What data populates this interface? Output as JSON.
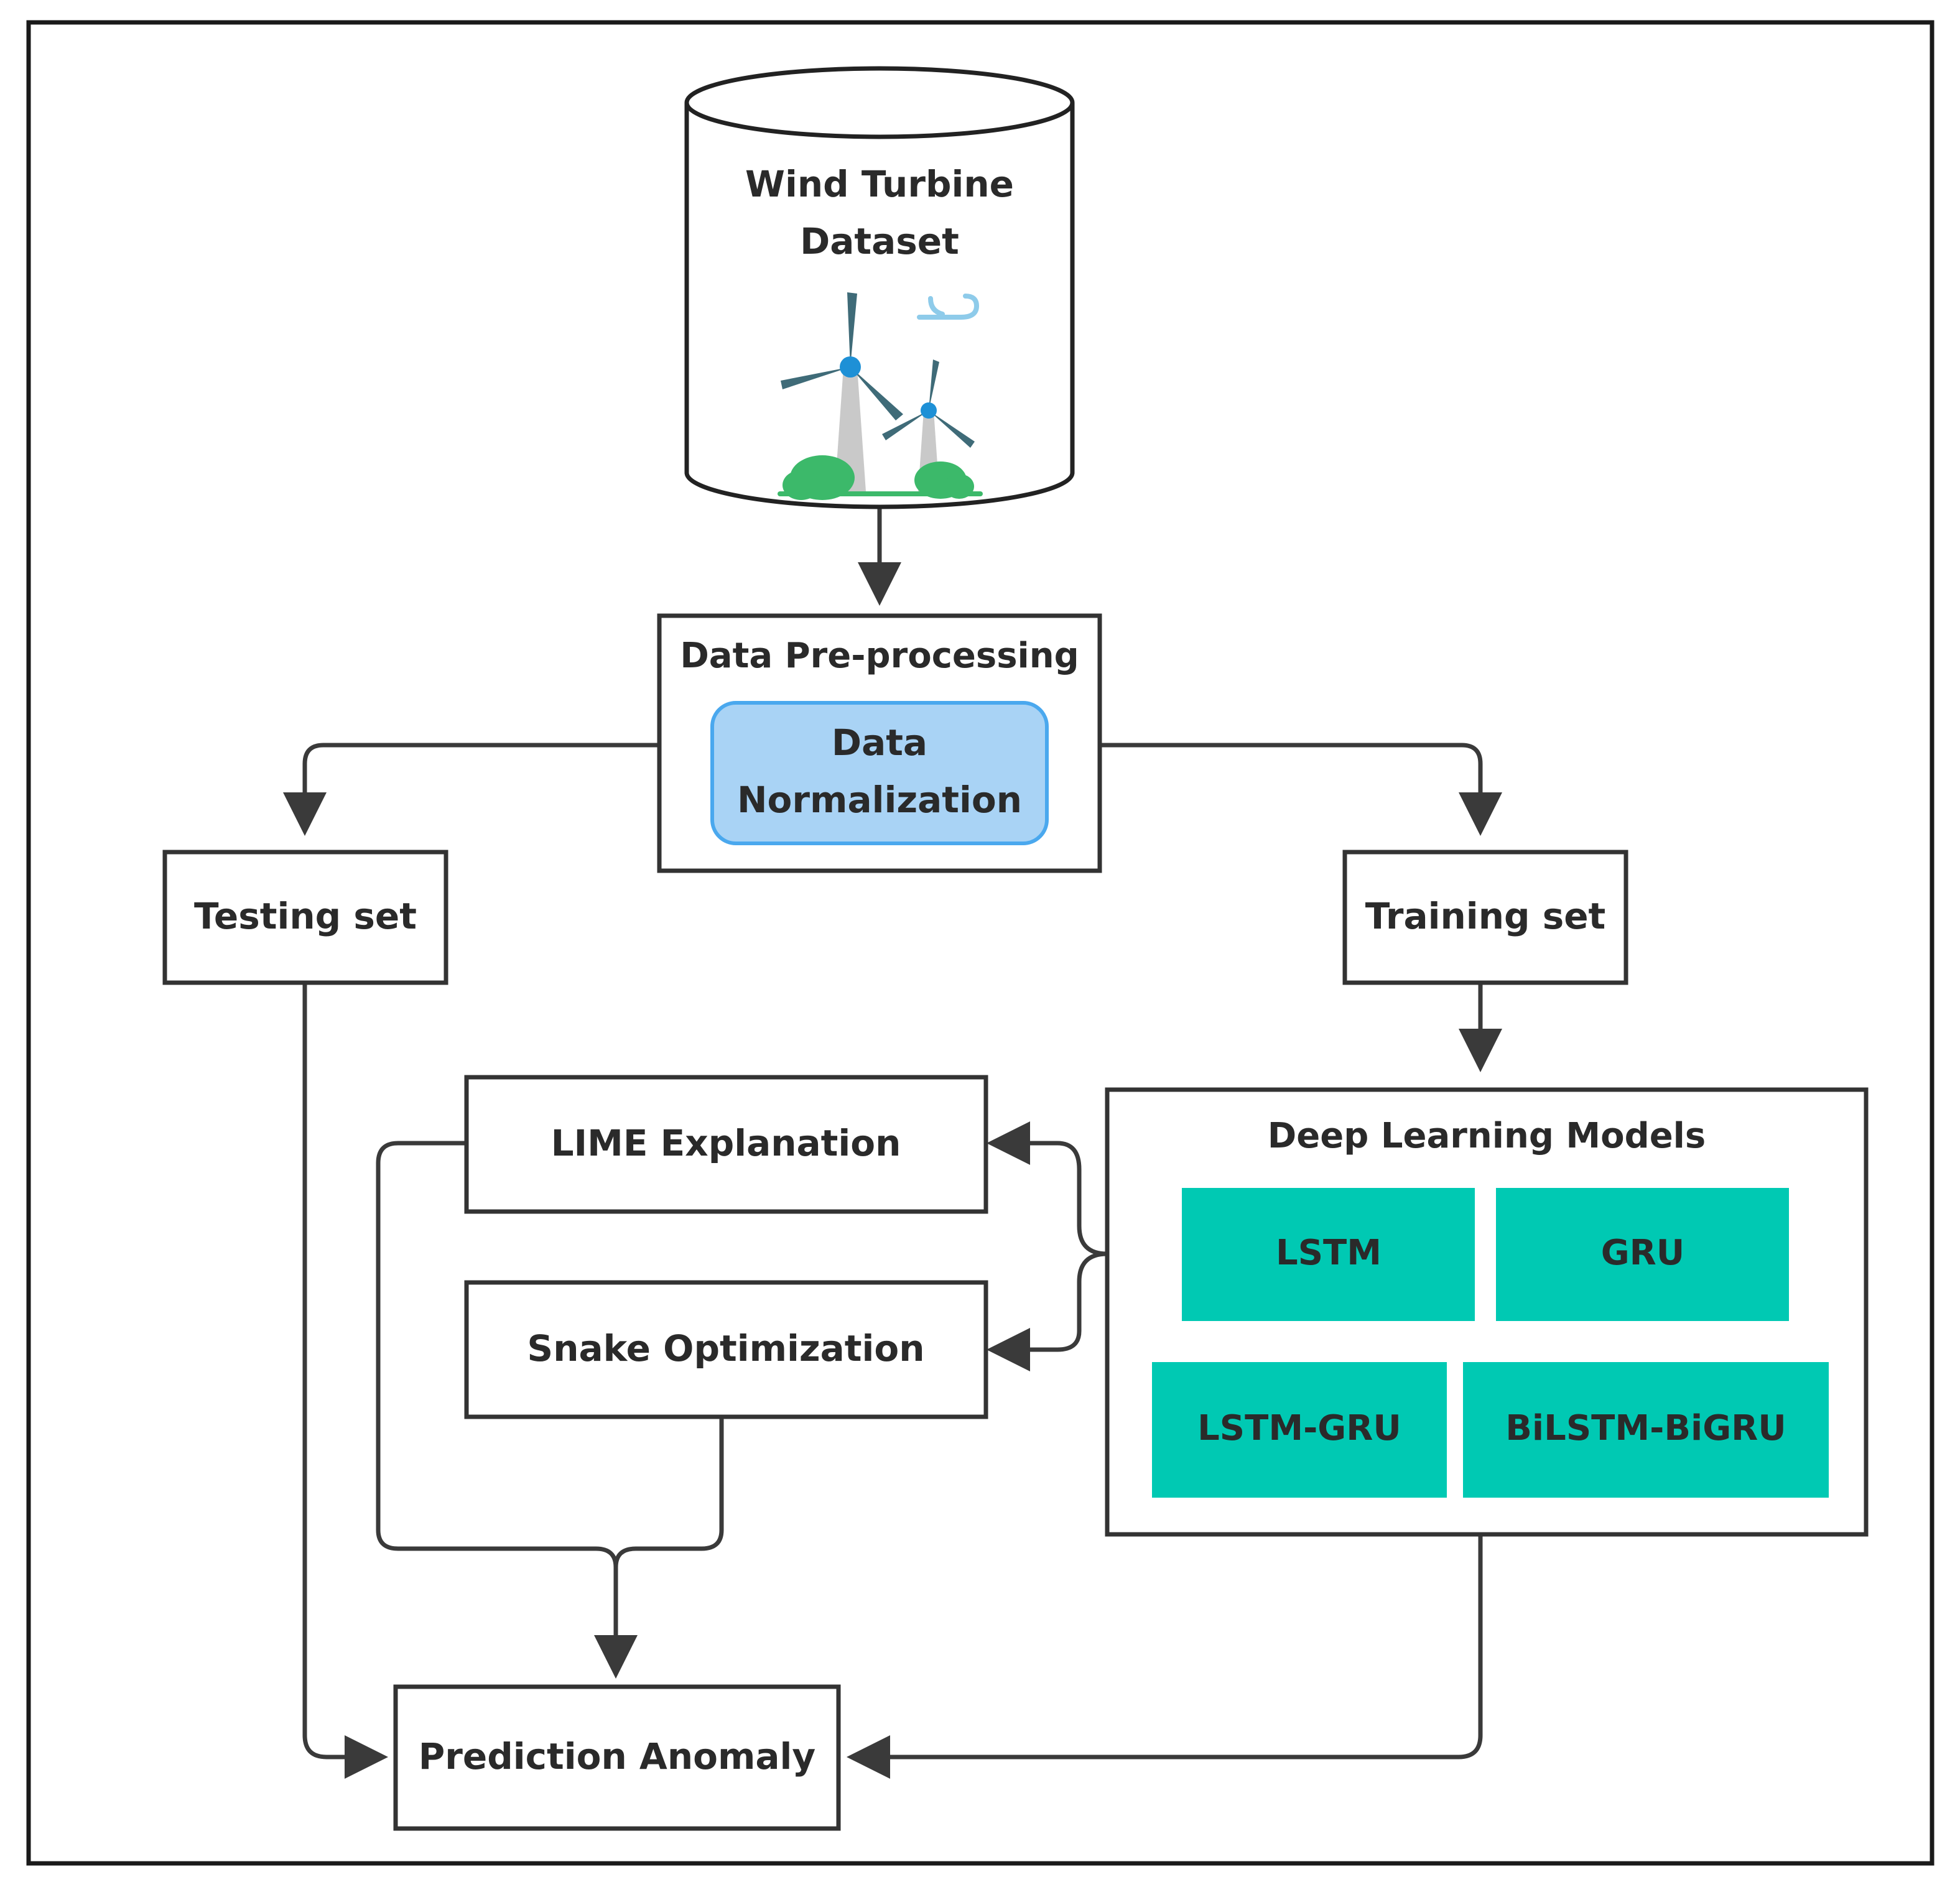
{
  "dataset": {
    "line1": "Wind Turbine",
    "line2": "Dataset",
    "icon": "wind-turbine-icon"
  },
  "preprocessing": {
    "title": "Data Pre-processing",
    "normalization_line1": "Data",
    "normalization_line2": "Normalization"
  },
  "testing_set": "Testing set",
  "training_set": "Training set",
  "deep_learning": {
    "title": "Deep Learning Models",
    "models": [
      "LSTM",
      "GRU",
      "LSTM-GRU",
      "BiLSTM-BiGRU"
    ]
  },
  "lime": "LIME Explanation",
  "snake": "Snake Optimization",
  "prediction": "Prediction Anomaly",
  "colors": {
    "border": "#333333",
    "connector": "#3a3a3a",
    "model_fill": "#00c9b3",
    "normalization_fill": "#a9d3f5",
    "normalization_border": "#4aa8ee",
    "turbine_blade": "#3f6b78",
    "turbine_hub": "#1e90d6",
    "turbine_tower": "#c9c9c9",
    "bush": "#3cb96a",
    "wind": "#8ecbea"
  }
}
